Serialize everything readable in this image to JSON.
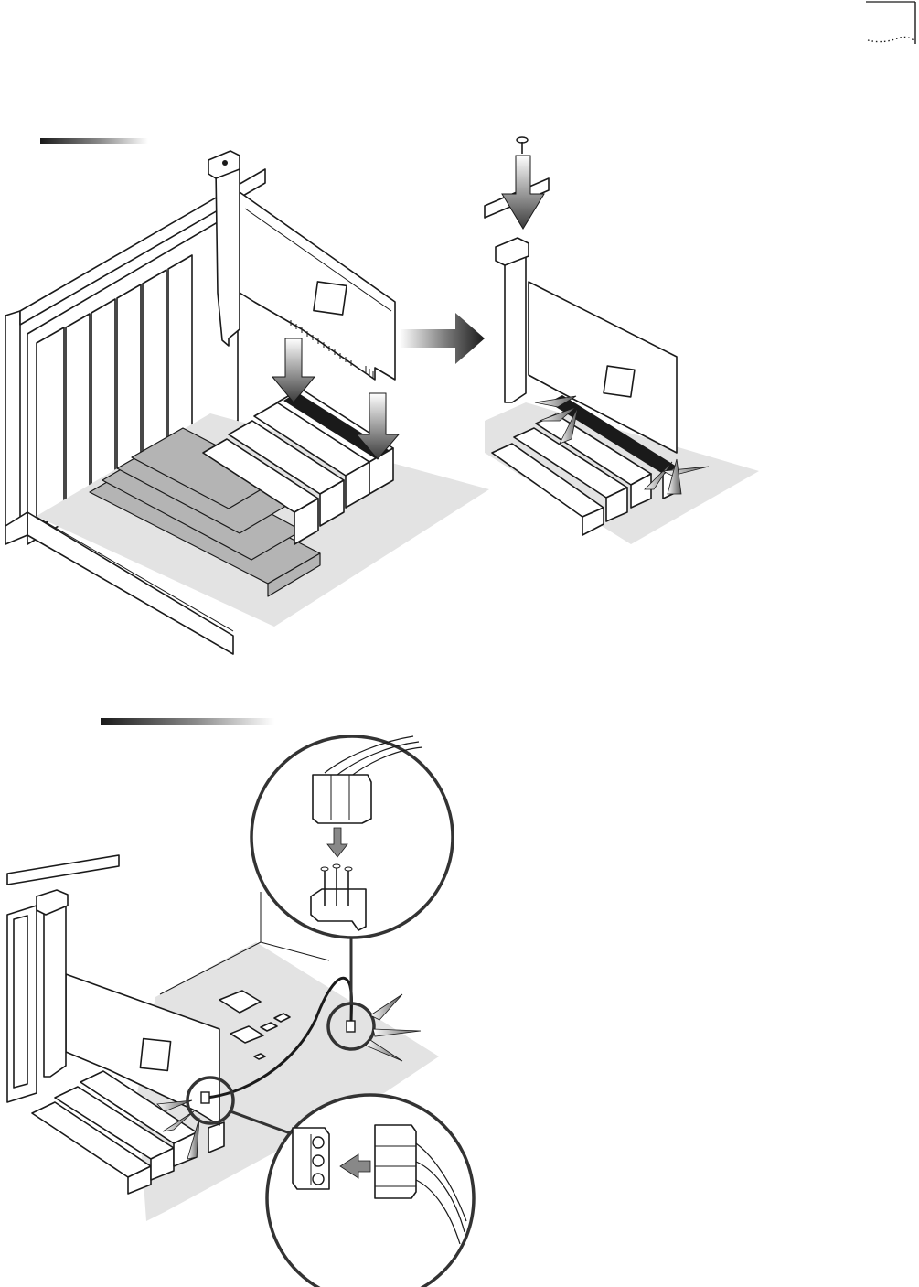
{
  "page": {
    "background": "#ffffff",
    "ink": "#1a1a1a",
    "panel_fill": "#e3e3e3",
    "memory_fill": "#b4b4b4"
  },
  "icons": {
    "corner": "page-corner-mark",
    "arrow_next": "gradient-right-arrow",
    "screw": "bracket-screw-icon",
    "pointer": "insertion-down-arrow"
  },
  "figures": [
    {
      "id": "install-card",
      "step_bar": "gradient-title-bar",
      "content": "network-card-into-pci-slot"
    },
    {
      "id": "connect-cable",
      "step_bar": "gradient-title-bar",
      "content": "wake-on-lan-cable-connectors"
    }
  ]
}
